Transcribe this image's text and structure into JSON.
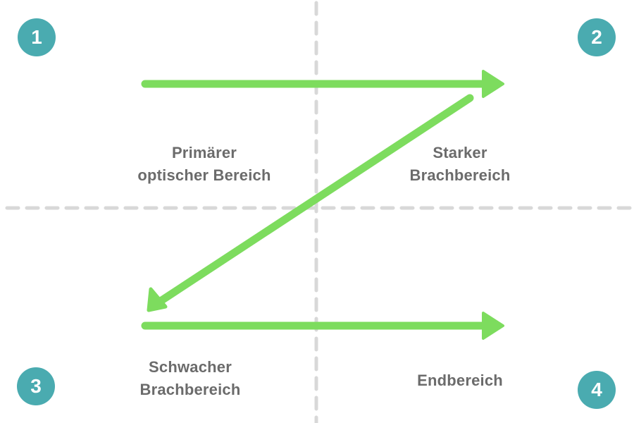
{
  "colors": {
    "accent_green": "#7ddc5e",
    "badge_teal": "#4aabb0",
    "divider_gray": "#d8d8d8",
    "label_gray": "#6b6b6b"
  },
  "badges": [
    "1",
    "2",
    "3",
    "4"
  ],
  "zones": [
    {
      "line1": "Primärer",
      "line2": "optischer Bereich"
    },
    {
      "line1": "Starker",
      "line2": "Brachbereich"
    },
    {
      "line1": "Schwacher",
      "line2": "Brachbereich"
    },
    {
      "line1": "Endbereich",
      "line2": ""
    }
  ]
}
